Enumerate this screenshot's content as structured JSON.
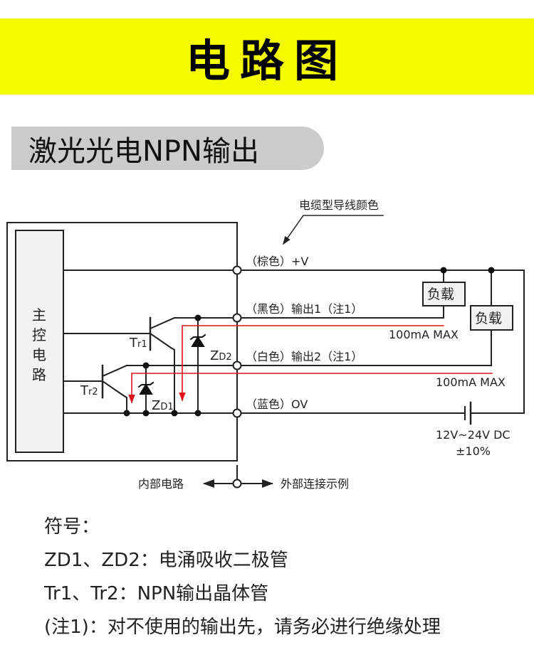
{
  "header": {
    "title": "电路图"
  },
  "section": {
    "title": "激光光电NPN输出"
  },
  "diagram": {
    "cable_color_note": "电缆型导线颜色",
    "main_circuit": [
      "主",
      "控",
      "电",
      "路"
    ],
    "wires": {
      "brown": "（棕色）+V",
      "black": "（黑色）输出1（注1）",
      "white": "（白色）输出2（注1）",
      "blue": "（蓝色）OV"
    },
    "tr1": {
      "main": "T",
      "sub": "r1"
    },
    "tr2": {
      "main": "T",
      "sub": "r2"
    },
    "zd1": {
      "main": "Z",
      "sub": "D1"
    },
    "zd2": {
      "main": "Z",
      "sub": "D2"
    },
    "load1": "负载",
    "load2": "负载",
    "current1": "100mA MAX",
    "current2": "100mA MAX",
    "supply_voltage": "12V~24V DC",
    "supply_tolerance": "±10%",
    "internal_label": "内部电路",
    "external_label": "外部连接示例",
    "colors": {
      "current_path": "#e0141e",
      "line": "#222222",
      "box_fill": "#f2f2f2"
    }
  },
  "legend": {
    "title": "符号：",
    "zener": "ZD1、ZD2：电涌吸收二极管",
    "transistor": "Tr1、Tr2：NPN输出晶体管",
    "note": "(注1)：对不使用的输出先，请务必进行绝缘处理"
  }
}
